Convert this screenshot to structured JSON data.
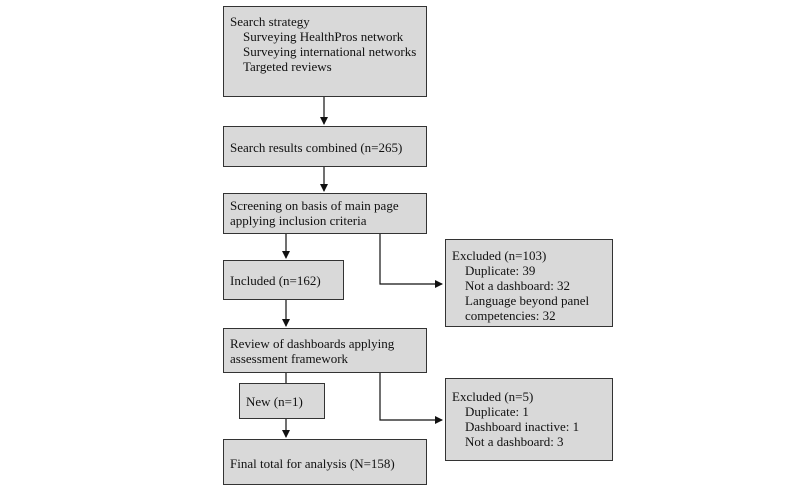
{
  "search_strategy": {
    "title": "Search strategy",
    "items": [
      "Surveying HealthPros network",
      "Surveying international networks",
      "Targeted reviews"
    ]
  },
  "search_results": "Search results combined (n=265)",
  "screening": [
    "Screening on basis of main page",
    "applying inclusion criteria"
  ],
  "included": "Included (n=162)",
  "excluded_1": {
    "title": "Excluded (n=103)",
    "items": [
      "Duplicate: 39",
      "Not a dashboard: 32",
      "Language beyond panel",
      "competencies: 32"
    ]
  },
  "review": [
    "Review of dashboards applying",
    "assessment framework"
  ],
  "new": "New (n=1)",
  "excluded_2": {
    "title": "Excluded (n=5)",
    "items": [
      "Duplicate: 1",
      "Dashboard inactive: 1",
      "Not a dashboard: 3"
    ]
  },
  "final": "Final total for analysis (N=158)"
}
